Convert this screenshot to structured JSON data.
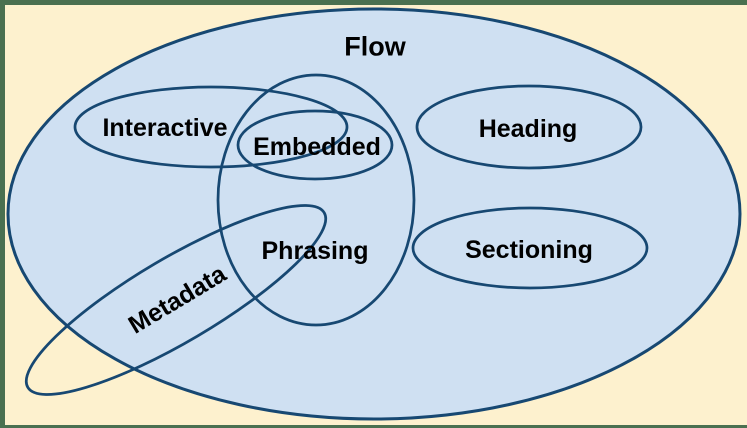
{
  "diagram": {
    "type": "euler-diagram",
    "sets": {
      "flow": {
        "label": "Flow"
      },
      "interactive": {
        "label": "Interactive"
      },
      "embedded": {
        "label": "Embedded"
      },
      "heading": {
        "label": "Heading"
      },
      "phrasing": {
        "label": "Phrasing"
      },
      "sectioning": {
        "label": "Sectioning"
      },
      "metadata": {
        "label": "Metadata"
      }
    }
  },
  "colors": {
    "background": "#FDF1CE",
    "venn-fill": "#CFE0F2",
    "stroke": "#174872",
    "frame": "#4A7050",
    "label": "#000000"
  }
}
